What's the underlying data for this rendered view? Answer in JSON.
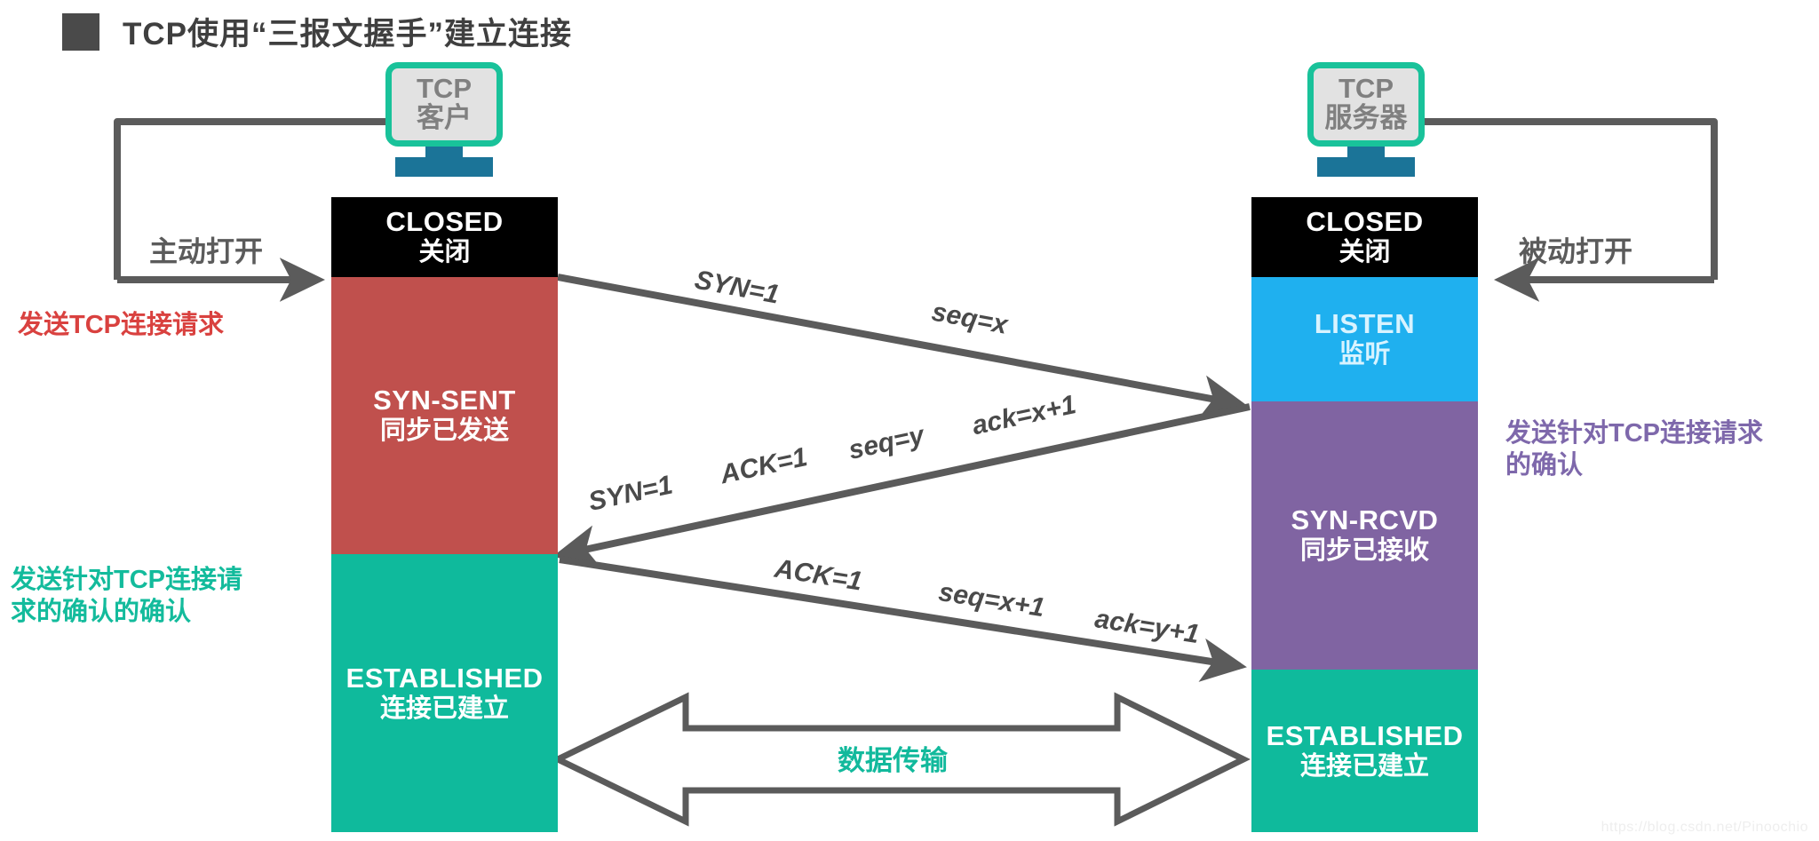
{
  "title": {
    "text": "TCP使用“三报文握手”建立连接",
    "bullet_color": "#4a4a4a"
  },
  "hosts": {
    "client": {
      "line1": "TCP",
      "line2": "客户"
    },
    "server": {
      "line1": "TCP",
      "line2": "服务器"
    }
  },
  "client_states": [
    {
      "en": "CLOSED",
      "cn": "关闭",
      "color": "#000000"
    },
    {
      "en": "SYN-SENT",
      "cn": "同步已发送",
      "color": "#c0504d"
    },
    {
      "en": "ESTABLISHED",
      "cn": "连接已建立",
      "color": "#0fba9c"
    }
  ],
  "server_states": [
    {
      "en": "CLOSED",
      "cn": "关闭",
      "color": "#000000"
    },
    {
      "en": "LISTEN",
      "cn": "监听",
      "color": "#1fb0ef"
    },
    {
      "en": "SYN-RCVD",
      "cn": "同步已接收",
      "color": "#8064a2"
    },
    {
      "en": "ESTABLISHED",
      "cn": "连接已建立",
      "color": "#0fba9c"
    }
  ],
  "annotations": {
    "active_open": "主动打开",
    "passive_open": "被动打开",
    "send_request": "发送TCP连接请求",
    "send_ack_of_request_line1": "发送针对TCP连接请",
    "send_ack_of_request_line2": "求的确认的确认",
    "server_ack_line1": "发送针对TCP连接请求",
    "server_ack_line2": "的确认",
    "data_transfer": "数据传输"
  },
  "segments": [
    {
      "id": "seg1",
      "direction": "client-to-server",
      "labels": [
        "SYN=1",
        "seq=x"
      ]
    },
    {
      "id": "seg2",
      "direction": "server-to-client",
      "labels": [
        "SYN=1",
        "ACK=1",
        "seq=y",
        "ack=x+1"
      ]
    },
    {
      "id": "seg3",
      "direction": "client-to-server",
      "labels": [
        "ACK=1",
        "seq=x+1",
        "ack=y+1"
      ]
    }
  ],
  "flow_labels": {
    "s1_l1": "SYN=1",
    "s1_l2": "seq=x",
    "s2_l1": "SYN=1",
    "s2_l2": "ACK=1",
    "s2_l3": "seq=y",
    "s2_l4": "ack=x+1",
    "s3_l1": "ACK=1",
    "s3_l2": "seq=x+1",
    "s3_l3": "ack=y+1"
  },
  "watermark": "https://blog.csdn.net/Pinoochio",
  "colors": {
    "accent_teal": "#0fba9c",
    "red": "#c0504d",
    "purple": "#8064a2",
    "blue": "#1fb0ef",
    "arrow_gray": "#5b5b5b",
    "device_blue": "#1b7498"
  }
}
